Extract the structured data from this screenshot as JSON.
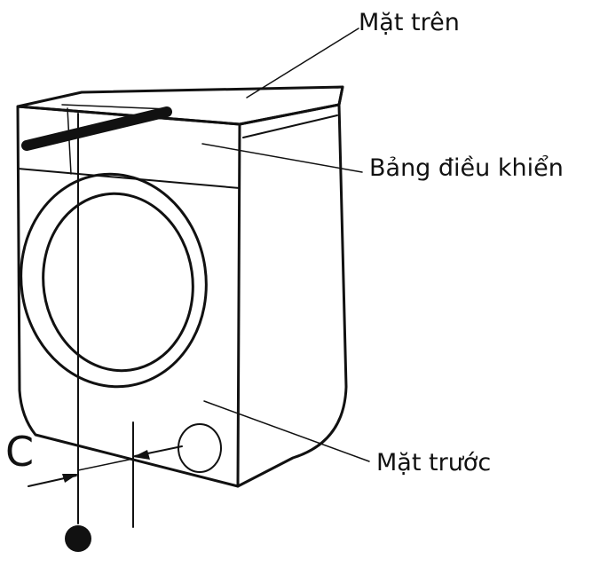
{
  "labels": {
    "top": "Mặt trên",
    "control_panel": "Bảng điều khiển",
    "front": "Mặt trước",
    "dimension": "C"
  },
  "colors": {
    "ink": "#111111",
    "background": "#ffffff"
  }
}
